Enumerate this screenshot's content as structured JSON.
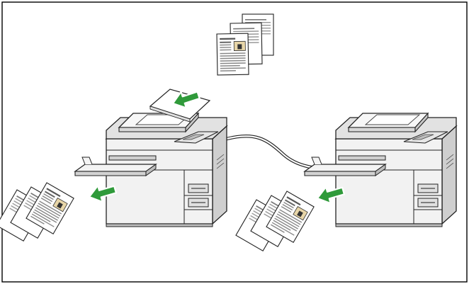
{
  "figure": {
    "frame_color": "#000000",
    "arrow_color": "#2f9a3a",
    "arrow_dark": "#1f7a2a",
    "paper_color": "#ffffff",
    "outline_color": "#222222",
    "shade_light": "#e9e9e9",
    "shade_mid": "#d6d6d6",
    "shade_dark": "#bfbfbf",
    "photo_color": "#e8d6a8"
  },
  "elements": {
    "original_stack": {
      "icon": "document-stack-icon",
      "sheets": 3
    },
    "printer_left": {
      "icon": "printer-with-adf-icon",
      "paper_trays": 2
    },
    "printer_right": {
      "icon": "printer-with-adf-icon",
      "paper_trays": 2
    },
    "connection": {
      "icon": "network-cable-icon"
    },
    "output_left": {
      "icon": "printed-pages-icon",
      "sheets": 3
    },
    "output_right": {
      "icon": "printed-pages-icon",
      "sheets": 3
    },
    "arrows": [
      {
        "name": "feed-in-arrow",
        "direction": "left"
      },
      {
        "name": "output-arrow-left",
        "direction": "left"
      },
      {
        "name": "output-arrow-right",
        "direction": "left"
      }
    ]
  }
}
